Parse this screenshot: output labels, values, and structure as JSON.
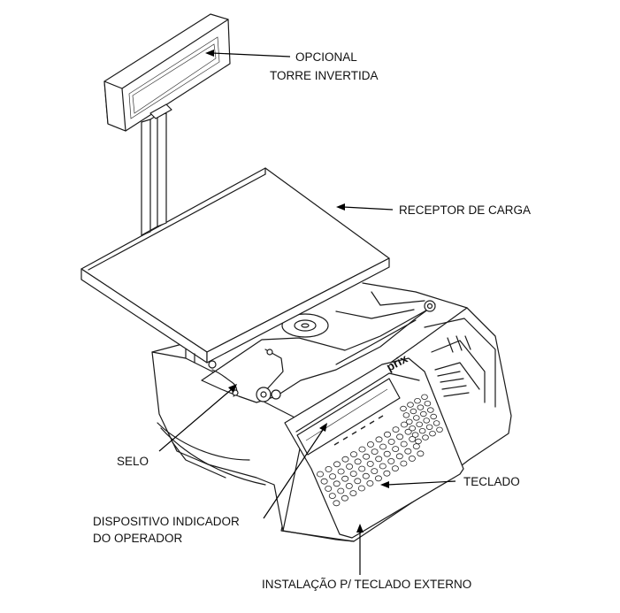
{
  "labels": {
    "optional_line1": "OPCIONAL",
    "optional_line2": "TORRE INVERTIDA",
    "load_receiver": "RECEPTOR DE CARGA",
    "seal": "SELO",
    "keyboard": "TECLADO",
    "display_line1": "DISPOSITIVO INDICADOR",
    "display_line2": "DO OPERADOR",
    "external_keyboard": "INSTALAÇÃO P/ TECLADO EXTERNO",
    "brand": "prix"
  },
  "colors": {
    "line": "#1a1a1a",
    "background": "#ffffff"
  }
}
